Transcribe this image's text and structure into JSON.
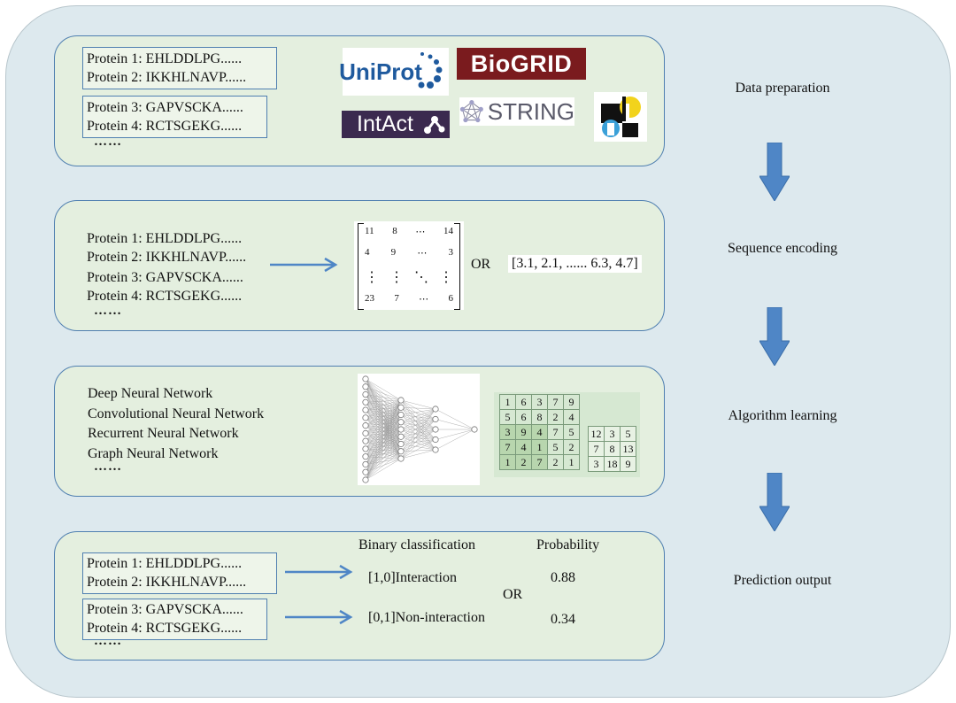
{
  "stages": {
    "data_preparation": "Data preparation",
    "sequence_encoding": "Sequence encoding",
    "algorithm_learning": "Algorithm learning",
    "prediction_output": "Prediction output"
  },
  "proteins": {
    "p1": "Protein 1: EHLDDLPG......",
    "p2": "Protein 2: IKKHLNAVP......",
    "p3": "Protein 3: GAPVSCKA......",
    "p4": "Protein 4: RCTSGEKG......",
    "ellipsis": "……"
  },
  "logos": {
    "uniprot": "UniProt",
    "biogrid": "BioGRID",
    "intact": "IntAct",
    "string": "STRING"
  },
  "encoding": {
    "matrix": {
      "r1": [
        "11",
        "8",
        "⋯",
        "14"
      ],
      "r2": [
        "4",
        "9",
        "⋯",
        "3"
      ],
      "r3": [
        "⋮",
        "⋮",
        "⋱",
        "⋮"
      ],
      "r4": [
        "23",
        "7",
        "⋯",
        "6"
      ]
    },
    "or": "OR",
    "vector": "[3.1, 2.1, ...... 6.3, 4.7]"
  },
  "algorithms": {
    "a1": "Deep Neural Network",
    "a2": "Convolutional Neural Network",
    "a3": "Recurrent Neural Network",
    "a4": "Graph Neural Network",
    "ellipsis": "……"
  },
  "cnn": {
    "input": [
      [
        "1",
        "6",
        "3",
        "7",
        "9"
      ],
      [
        "5",
        "6",
        "8",
        "2",
        "4"
      ],
      [
        "3",
        "9",
        "4",
        "7",
        "5"
      ],
      [
        "7",
        "4",
        "1",
        "5",
        "2"
      ],
      [
        "1",
        "2",
        "7",
        "2",
        "1"
      ]
    ],
    "output": [
      [
        "12",
        "3",
        "5"
      ],
      [
        "7",
        "8",
        "13"
      ],
      [
        "3",
        "18",
        "9"
      ]
    ]
  },
  "prediction": {
    "binary_header": "Binary classification",
    "prob_header": "Probability",
    "class1": "[1,0]Interaction",
    "class2": "[0,1]Non-interaction",
    "or": "OR",
    "prob1": "0.88",
    "prob2": "0.34"
  },
  "colors": {
    "accent_blue": "#4f86c6",
    "panel_green": "#e4efdf",
    "background": "#dde9ee"
  }
}
